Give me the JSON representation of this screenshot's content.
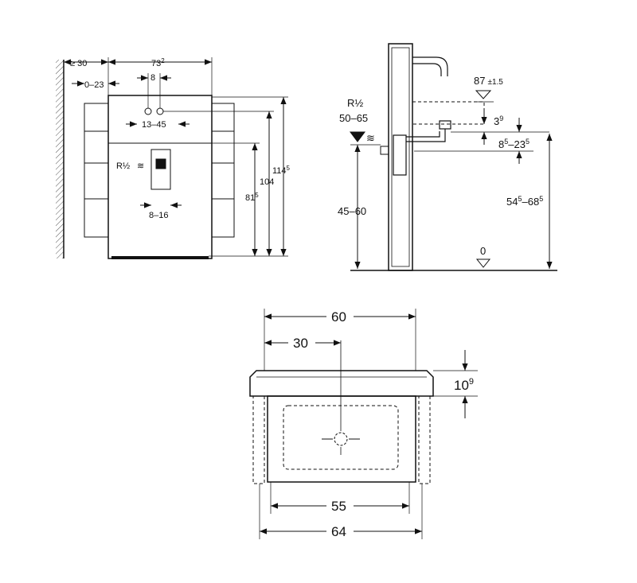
{
  "front_view": {
    "wall_clearance": "≥ 30",
    "total_width": "73",
    "total_width_sup": "2",
    "offset_range": "0–23",
    "valve_spacing": "8",
    "valve_range": "13–45",
    "inlet_label": "R½",
    "inlet_range": "8–16",
    "height_81": "81",
    "height_81_sup": "5",
    "height_104": "104",
    "height_114": "114",
    "height_114_sup": "5"
  },
  "side_view": {
    "basin_level": "87",
    "basin_tolerance": "±1.5",
    "inlet_label": "R½",
    "inlet_range": "50–65",
    "drain_depth": "3",
    "drain_depth_sup": "9",
    "trap_range_a": "8",
    "trap_range_a_sup": "5",
    "trap_range_sep": "–23",
    "trap_range_b_sup": "5",
    "pipe_height": "45–60",
    "floor_level": "0",
    "outlet_a": "54",
    "outlet_a_sup": "5",
    "outlet_sep": "–68",
    "outlet_b_sup": "5"
  },
  "top_view": {
    "total_width": "60",
    "center": "30",
    "rim_height": "10",
    "rim_height_sup": "9",
    "inner_width": "55",
    "outer_width": "64"
  }
}
